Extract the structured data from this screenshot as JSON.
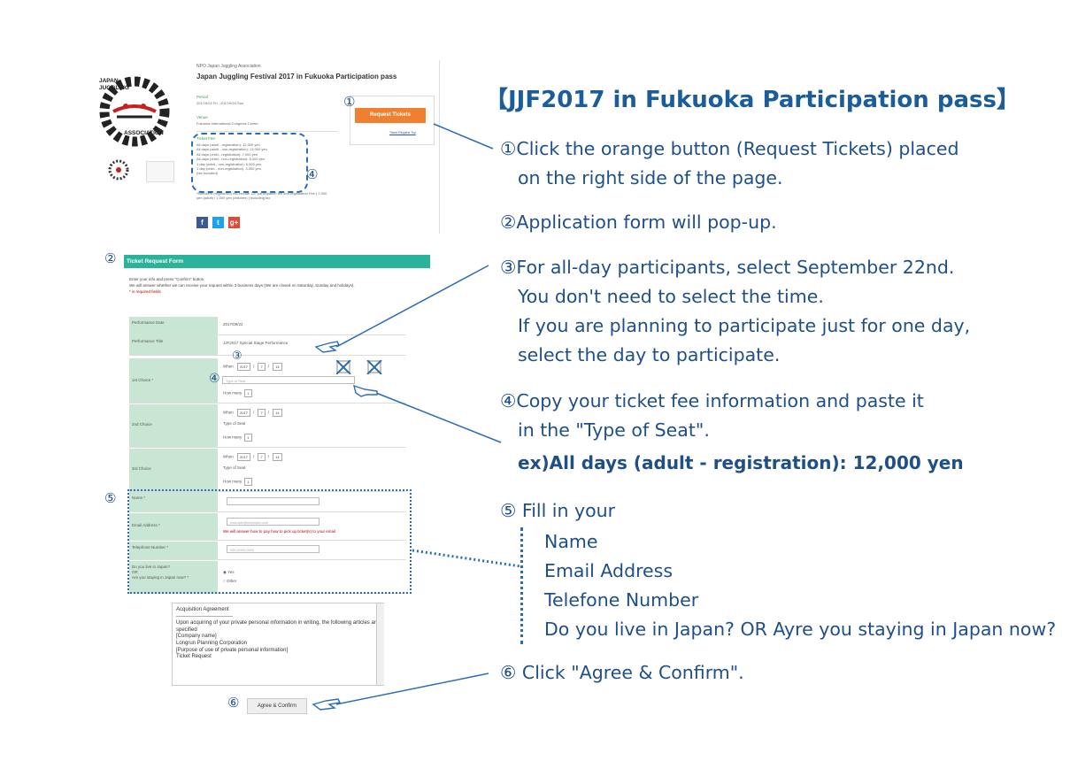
{
  "title": "【JJF2017 in Fukuoka Participation pass】",
  "steps": {
    "s1": {
      "line1": "①Click the orange button (Request Tickets) placed",
      "line2": "on the right side of the page."
    },
    "s2": {
      "line1": "②Application form will pop-up."
    },
    "s3": {
      "line1": "③For all-day participants, select September 22nd.",
      "line2": "You don't need to select the time.",
      "line3": "If you are planning to participate just for one day,",
      "line4": "select the day to participate."
    },
    "s4": {
      "line1": "④Copy your ticket fee information and paste it",
      "line2": "in the \"Type of Seat\".",
      "example": "ex)All days (adult - registration): 12,000 yen"
    },
    "s5": {
      "line1": "⑤  Fill in your",
      "items": [
        "Name",
        "Email Address",
        "Telefone Number",
        "Do you live in Japan? OR Ayre you staying in Japan now?"
      ]
    },
    "s6": {
      "line1": "⑥ Click \"Agree & Confirm\"."
    }
  },
  "markers": {
    "m1": "①",
    "m2": "②",
    "m3": "③",
    "m4": "④",
    "m5": "⑤",
    "m6": "⑥"
  },
  "top_shot": {
    "logo_text": {
      "l1": "JAPAN",
      "l2": "JUGGLING",
      "l3": "ASSOCIATION"
    },
    "org": "NPO Japan Juggling Association",
    "festival_title": "Japan Juggling Festival 2017 in Fukuoka Participation pass",
    "period_label": "Period",
    "period_value": "2017/9/22 Fri  -  2017/9/24 Sun",
    "venue_label": "Venue",
    "venue_value": "Fukuoka International Congress Center",
    "fee_label": "Ticket Fee",
    "fee_lines": [
      "All days (adult - registration): 12,000 yen",
      "All days (adult - non-registration): 13,000 yen",
      "All days (child - registration): 7,000 yen",
      "All days (child - non-registration): 8,000 yen",
      "1 day (adult - non-registration): 6,000 yen",
      "1 day (child - non-registration): 3,000 yen",
      "(tax included)"
    ],
    "note": "*Members (registered) will include JJF participation fee and registration Fee ( 2,000 yen (adult) / 1,000 yen (children) ) including tax",
    "request_button": "Request Tickets",
    "small_link": "Ticket Request Top"
  },
  "form": {
    "header": "Ticket Request Form",
    "intro1": "Enter your info and press \"Confirm\" button.",
    "intro2": "We will answer whether we can receive your request within 3 business days (We are closed on Saturday, Sunday and holidays).",
    "intro3": "* is required fields",
    "performance_date_label": "Performance Date",
    "performance_date_value": "2017/09/22",
    "performance_title_label": "Performance Title",
    "performance_title_value": "JJF2017 Special Stage Performance",
    "choice1": "1st Choice *",
    "choice2": "2nd Choice",
    "choice3": "3rd Choice",
    "when": "When",
    "year": "2017",
    "month": "7",
    "day": "14",
    "type_of_seat": "Type of Seat",
    "how_many": "How many",
    "qty": "1",
    "name_label": "Name *",
    "email_label": "Email Address *",
    "email_placeholder": "example@example.com",
    "email_note": "We will answer how to pay how to pick up ticket(s) to your email",
    "phone_label": "Telephone Number *",
    "phone_placeholder": "090-0000-0000",
    "live_label1": "Do you live in Japan?",
    "live_label2": "OR",
    "live_label3": "Are you staying in Japan now? *",
    "radio_yes": "Yes",
    "radio_no": "Other",
    "terms": [
      "Acquisition Agreement",
      "--------------------------------",
      "Upon acquiring of your private personal information in writing, the following articles are specified",
      "[Company name]",
      "Longrun Planning Corporation",
      "[Purpose of use of private personal information]",
      "Ticket Request"
    ],
    "agree_button": "Agree & Confirm"
  },
  "colors": {
    "accent_blue": "#1b5d9b",
    "orange": "#f08030",
    "teal": "#2bb39a",
    "mint": "#c9e6d5"
  }
}
